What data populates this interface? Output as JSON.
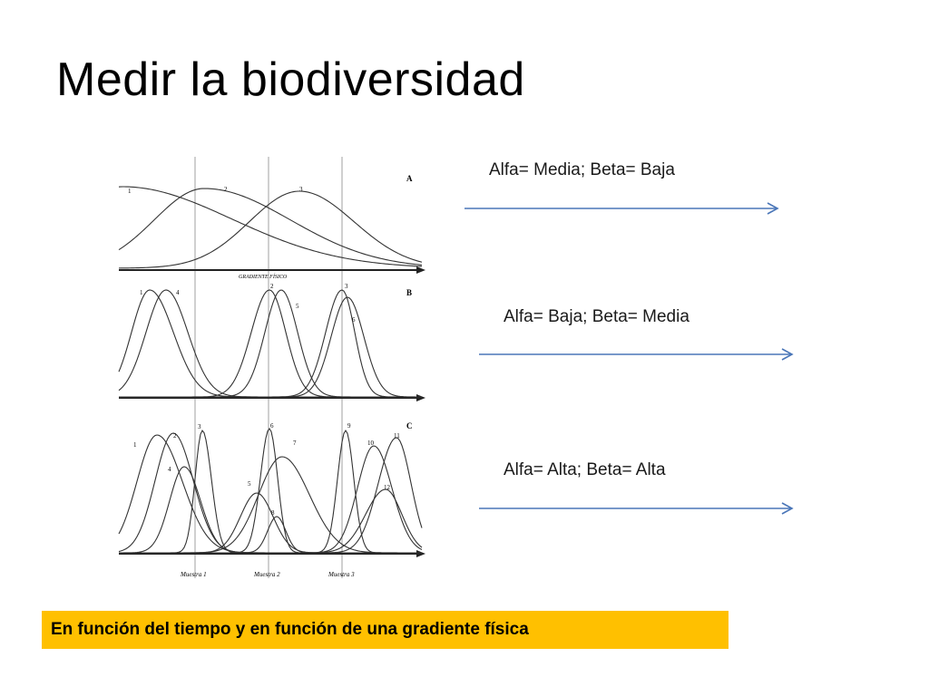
{
  "title": "Medir la biodiversidad",
  "figure": {
    "panels": [
      {
        "letter": "A",
        "species": [
          "1",
          "2",
          "3"
        ],
        "axis_label": "GRADIENTE FÍSICO"
      },
      {
        "letter": "B",
        "species": [
          "1",
          "4",
          "2",
          "5",
          "3",
          "6"
        ]
      },
      {
        "letter": "C",
        "species": [
          "1",
          "2",
          "3",
          "4",
          "5",
          "6",
          "7",
          "8",
          "9",
          "10",
          "11",
          "12"
        ]
      }
    ],
    "samples": [
      "Muestra 1",
      "Muestra 2",
      "Muestra 3"
    ]
  },
  "annotations": [
    "Alfa= Media; Beta= Baja",
    "Alfa= Baja; Beta= Media",
    "Alfa= Alta; Beta= Alta"
  ],
  "footer": "En función del tiempo y en función de una gradiente física",
  "colors": {
    "arrow": "#4a76b8",
    "footer_bg": "#ffc000",
    "curve": "#333333"
  }
}
